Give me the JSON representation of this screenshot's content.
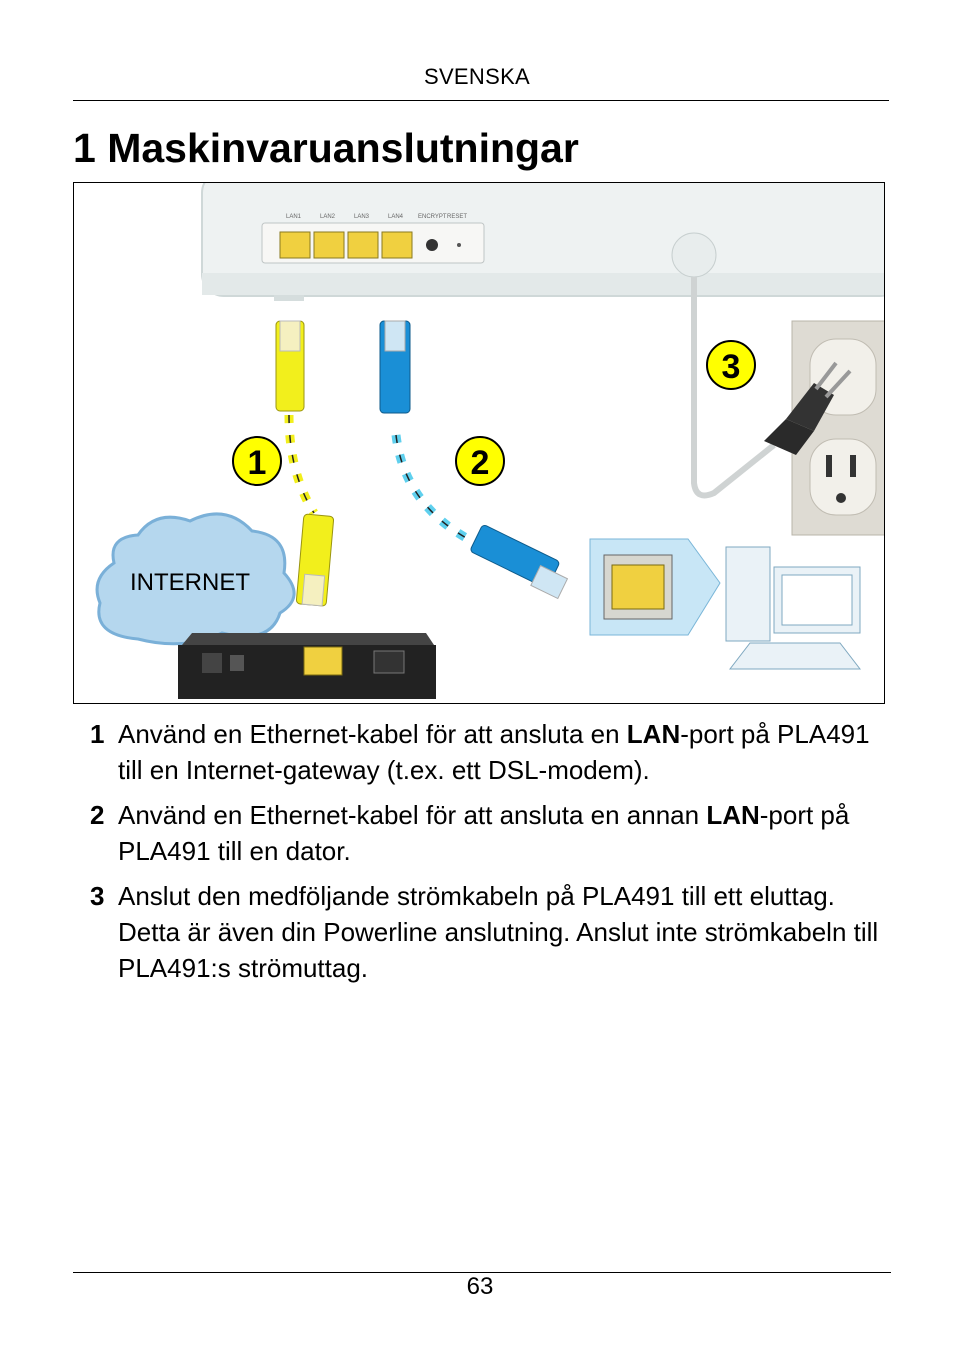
{
  "header": {
    "section": "SVENSKA"
  },
  "title": "1 Maskinvaruanslutningar",
  "figure": {
    "port_labels": [
      "LAN1",
      "LAN2",
      "LAN3",
      "LAN4",
      "ENCRYPT",
      "RESET"
    ],
    "callouts": [
      "1",
      "2",
      "3"
    ],
    "cloud_label": "INTERNET",
    "callout_color": "#ffff00",
    "yellow_cable_color": "#f2ef1c",
    "blue_cable_color": "#1a8fd6"
  },
  "steps": [
    {
      "num": "1",
      "pre": "Använd en Ethernet-kabel för att ansluta en ",
      "bold": "LAN",
      "post": "-port på PLA491 till en Internet-gateway (t.ex. ett DSL-modem)."
    },
    {
      "num": "2",
      "pre": "Använd en Ethernet-kabel för att ansluta en annan ",
      "bold": "LAN",
      "post": "-port på PLA491 till en dator."
    },
    {
      "num": "3",
      "pre": "Anslut den medföljande strömkabeln på PLA491 till ett eluttag. Detta är även din Powerline anslutning.  Anslut inte strömkabeln till PLA491:s strömuttag.",
      "bold": "",
      "post": ""
    }
  ],
  "footer": {
    "page_number": "63"
  }
}
